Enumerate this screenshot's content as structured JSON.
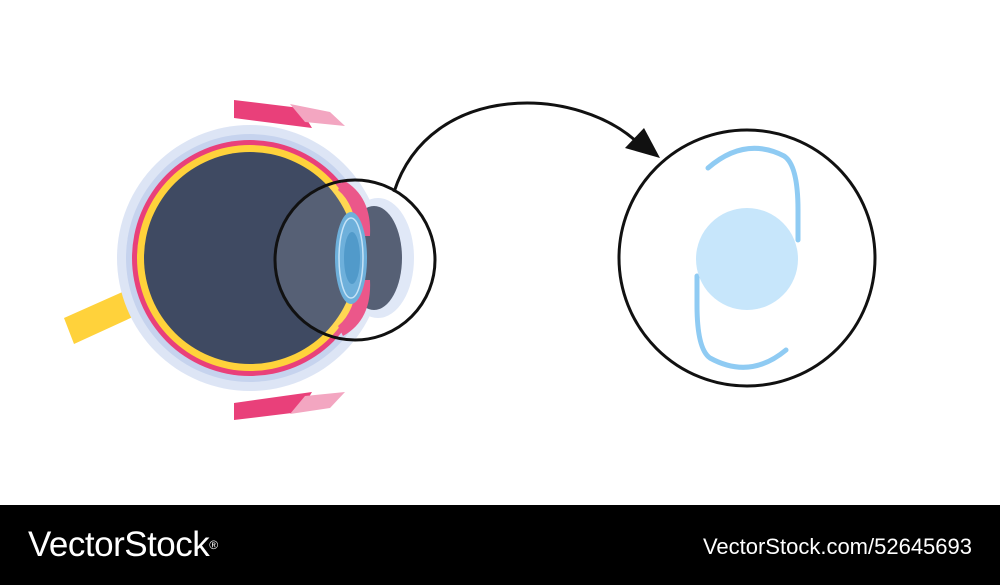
{
  "footer": {
    "brand": "VectorStock",
    "brand_suffix": "®",
    "image_id": "VectorStock.com/52645693"
  },
  "colors": {
    "sclera_outer": "#cfd9ef",
    "sclera_rim": "#d7e2f3",
    "choroid_pink": "#e9407a",
    "retina_yellow": "#ffd23b",
    "vitreous_dark": "#3f4a62",
    "iris_pink": "#e9407a",
    "lens_blue": "#5aa6d6",
    "optic_nerve_yellow": "#ffd23b",
    "magnifier_ring": "#111111",
    "arrow": "#111111",
    "implant_optic": "#c7e6fb",
    "implant_haptic": "#8fcbf3",
    "footer_bg": "#000000",
    "footer_text": "#ffffff"
  },
  "icons": [
    "eye-cross-section",
    "magnifier-circle",
    "curved-arrow",
    "intraocular-lens-implant"
  ]
}
